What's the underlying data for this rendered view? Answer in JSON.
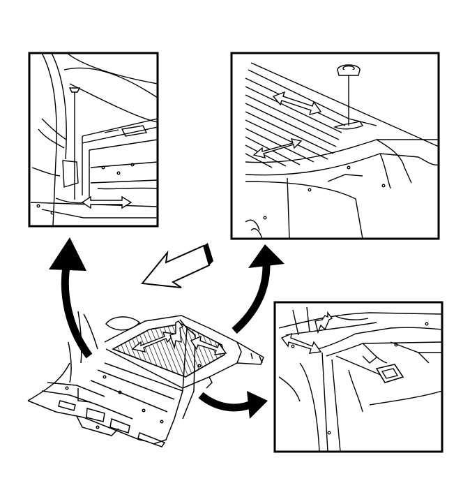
{
  "figure": {
    "kind": "technical-illustration",
    "colors": {
      "line": "#000000",
      "background": "#ffffff",
      "arrow_fill": "#ffffff"
    },
    "panels": [
      {
        "id": "detail-front-floor",
        "icon": "front-floor-detail"
      },
      {
        "id": "detail-rear-floor",
        "icon": "rear-floor-detail"
      },
      {
        "id": "detail-rear-side",
        "icon": "rear-side-detail"
      }
    ],
    "main_view": {
      "icon": "underbody-floor-assembly"
    },
    "direction_arrow": {
      "icon": "front-direction-arrow"
    }
  }
}
